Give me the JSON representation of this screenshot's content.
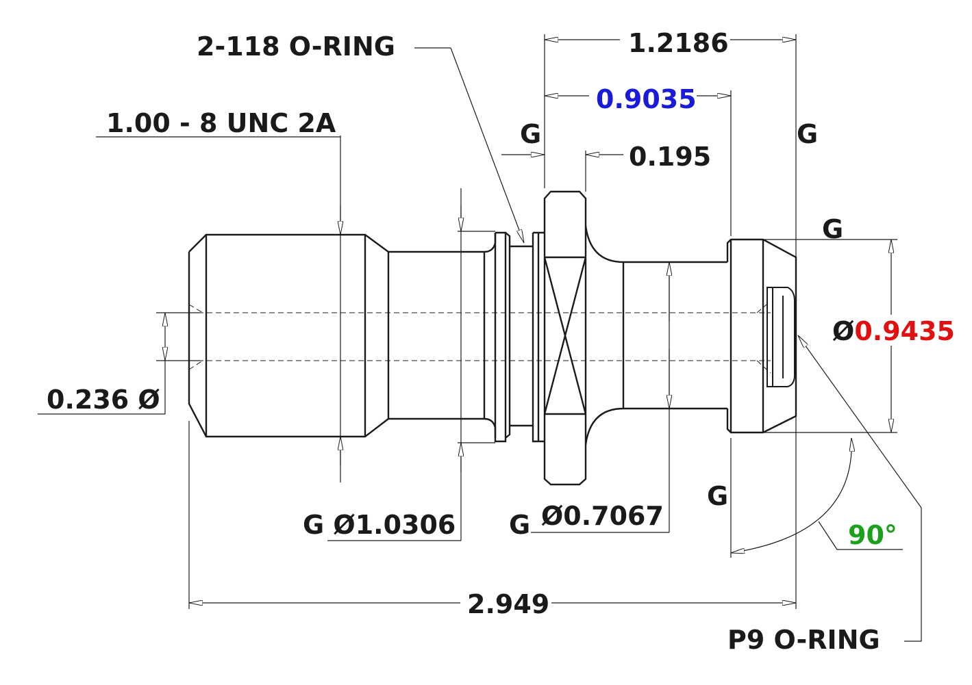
{
  "colors": {
    "line": "#1a1a1a",
    "blue_dimension": "#1a1adb",
    "red_dimension": "#e01010",
    "green_dimension": "#1ca01c"
  },
  "callouts": {
    "oring_2_118": "2-118 O-RING",
    "thread": "1.00 - 8 UNC 2A",
    "bore_dia": "0.236 Ø",
    "shank_dia": "G Ø1.0306",
    "neck_dia": "Ø0.7067",
    "p9_oring": "P9 O-RING"
  },
  "dimensions": {
    "overall_length": "2.949",
    "length_1": "1.2186",
    "length_2": "0.9035",
    "flange_width": "0.195",
    "head_dia_symbol": "Ø",
    "head_dia": "0.9435",
    "angle": "90°"
  },
  "gauge_marks": {
    "g1": "G",
    "g2": "G",
    "g3": "G",
    "g4": "G",
    "g5": "G"
  }
}
